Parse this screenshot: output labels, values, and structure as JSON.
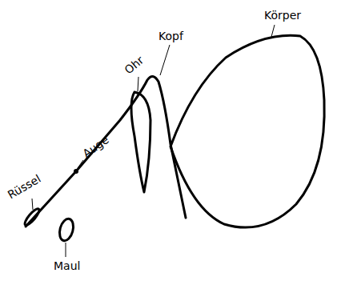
{
  "diagram": {
    "labels": [
      "Körper",
      "Kopf",
      "Ohr",
      "Auge",
      "Rüssel",
      "Maul"
    ]
  }
}
